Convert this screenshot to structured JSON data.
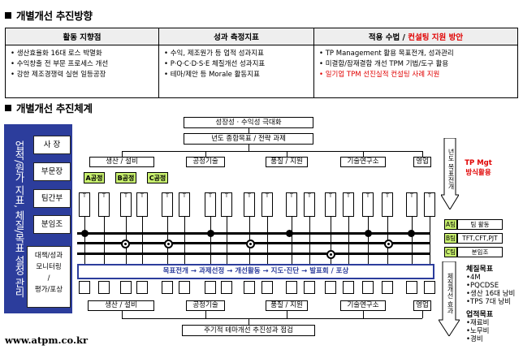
{
  "section1": {
    "title": "개별개선 추진방향"
  },
  "summary": {
    "headers": [
      "활동 지향점",
      "성과 측정지표",
      "적용 수법 / ",
      "컨설팅 지원 방안"
    ],
    "col1": [
      "• 생산효율화 16대 로스 박멸화",
      "• 수익창출 전 부문 프로세스 개선",
      "• 강한 제조경쟁력 실현 일등공장"
    ],
    "col2": [
      "• 수익, 제조원가 등 업적 성과지표",
      "• P·Q·C·D·S·E 체질개선 성과지표",
      "• 테마/제안 등 Morale 활동지표"
    ],
    "col3": [
      "• TP Management 활용 목표전개, 성과관리",
      "• 미결함/잠재결함 개선 TPM 기법/도구 활용"
    ],
    "col3_red": "• 일기업 TPM 선진실적 컨설팅 사례 지원"
  },
  "section2": {
    "title": "개별개선 추진체계"
  },
  "left": {
    "vertical": "업적/원가 지표, 체질/목표 설정 관리",
    "buttons": [
      "사 장",
      "부문장",
      "팀간부",
      "분임조"
    ],
    "bottom": [
      "대책/성과",
      "모니터링",
      "/",
      "평가/포상"
    ]
  },
  "top": {
    "goal": "성장성 · 수익성 극대화",
    "plan": "년도 종합목표 / 전략 과제"
  },
  "depts": [
    "생산 / 설비",
    "공정기술",
    "품질 / 지원",
    "기술연구소",
    "영업"
  ],
  "teams": [
    "A공정",
    "B공정",
    "C공정"
  ],
  "cell_label": "T",
  "bluebar": {
    "a": "목표전개",
    "b": "과제선정",
    "c": "개선활동",
    "d": "지도·진단",
    "e": "발표회 / 포상",
    "arrow": " → "
  },
  "bottom_depts": [
    "생산 / 설비",
    "공정기술",
    "품질 / 지원",
    "기술연구소",
    "영업"
  ],
  "bottom_title": "주기적 테마개선 추진성과 점검",
  "right": {
    "top_arrow": "년도 목표전개",
    "red1": "TP Mgt",
    "red2": "방식활용",
    "legend": [
      {
        "key": "A팀",
        "val": "팀 활동"
      },
      {
        "key": "B팀",
        "val": "TFT,CFT,PJT"
      },
      {
        "key": "C팀",
        "val": "분임조"
      }
    ],
    "down_arrow": "체질개선 효과",
    "metrics_title": "체질목표",
    "metrics": [
      "•4M",
      "•PQCDSE",
      "•생산 16대 낭비",
      "•TPS 7대 낭비"
    ],
    "results_title": "업적목표",
    "results": [
      "•재료비",
      "•노무비",
      "•경비"
    ]
  },
  "footer": "www.atpm.co.kr",
  "colors": {
    "blue": "#2c3d9c",
    "red": "#e00000",
    "green": "#c8f06e"
  }
}
